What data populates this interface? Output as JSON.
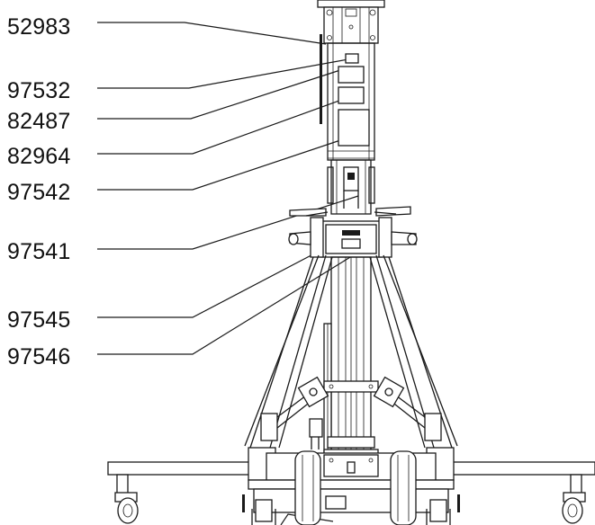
{
  "labels": {
    "l1": "52983",
    "l2": "97532",
    "l3": "82487",
    "l4": "82964",
    "l5": "97542",
    "l6": "97541",
    "l7": "97545",
    "l8": "97546"
  }
}
